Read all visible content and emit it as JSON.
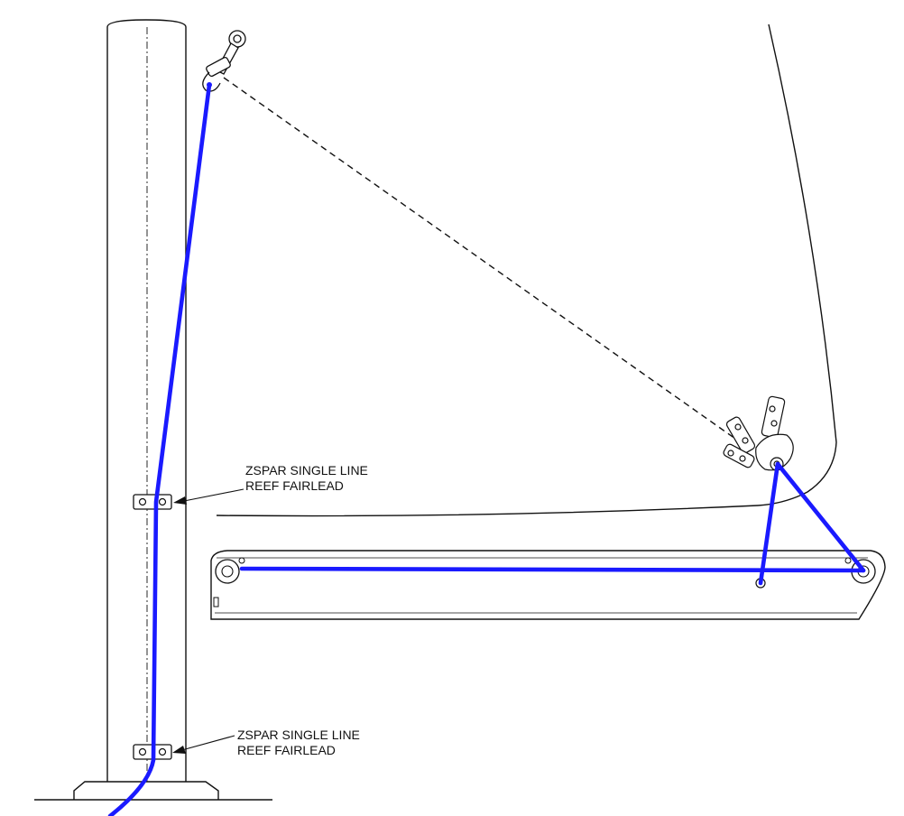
{
  "diagram": {
    "callouts": [
      {
        "line1": "ZSPAR SINGLE LINE",
        "line2": "REEF FAIRLEAD"
      },
      {
        "line1": "ZSPAR SINGLE LINE",
        "line2": "REEF FAIRLEAD"
      }
    ]
  },
  "colors": {
    "line": "#1a1aff",
    "ink": "#111111",
    "background": "#ffffff"
  }
}
